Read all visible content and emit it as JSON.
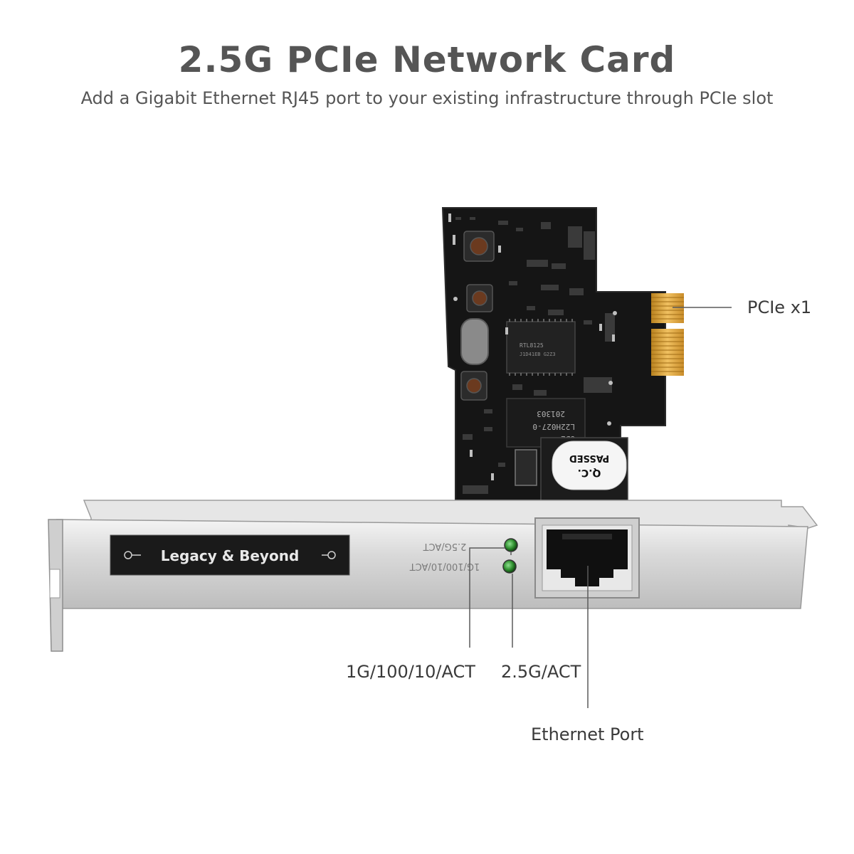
{
  "header": {
    "title": "2.5G PCIe Network Card",
    "subtitle": "Add a Gigabit Ethernet RJ45 port to your existing infrastructure through PCIe slot"
  },
  "callouts": {
    "pcie": "PCIe x1",
    "led_1g": "1G/100/10/ACT",
    "led_25g": "2.5G/ACT",
    "ethernet": "Ethernet Port"
  },
  "bracket": {
    "brand_label": "Legacy & Beyond",
    "led_1g_print": "1G/100/10/ACT",
    "led_25g_print": "2.5G/ACT"
  },
  "board": {
    "qc_sticker_line1": "Q.C.",
    "qc_sticker_line2": "PASSED",
    "chip_marking_1": "RTL8125",
    "chip_marking_2": "J1D41EB G2Z3",
    "transformer_1": "UDE",
    "transformer_2": "L22H027-0",
    "transformer_3": "201303"
  },
  "colors": {
    "text": "#555555",
    "pcb": "#141414",
    "gold": "#d9a441",
    "bracket": "#d6d6d6",
    "led": "#2f8f2f"
  }
}
